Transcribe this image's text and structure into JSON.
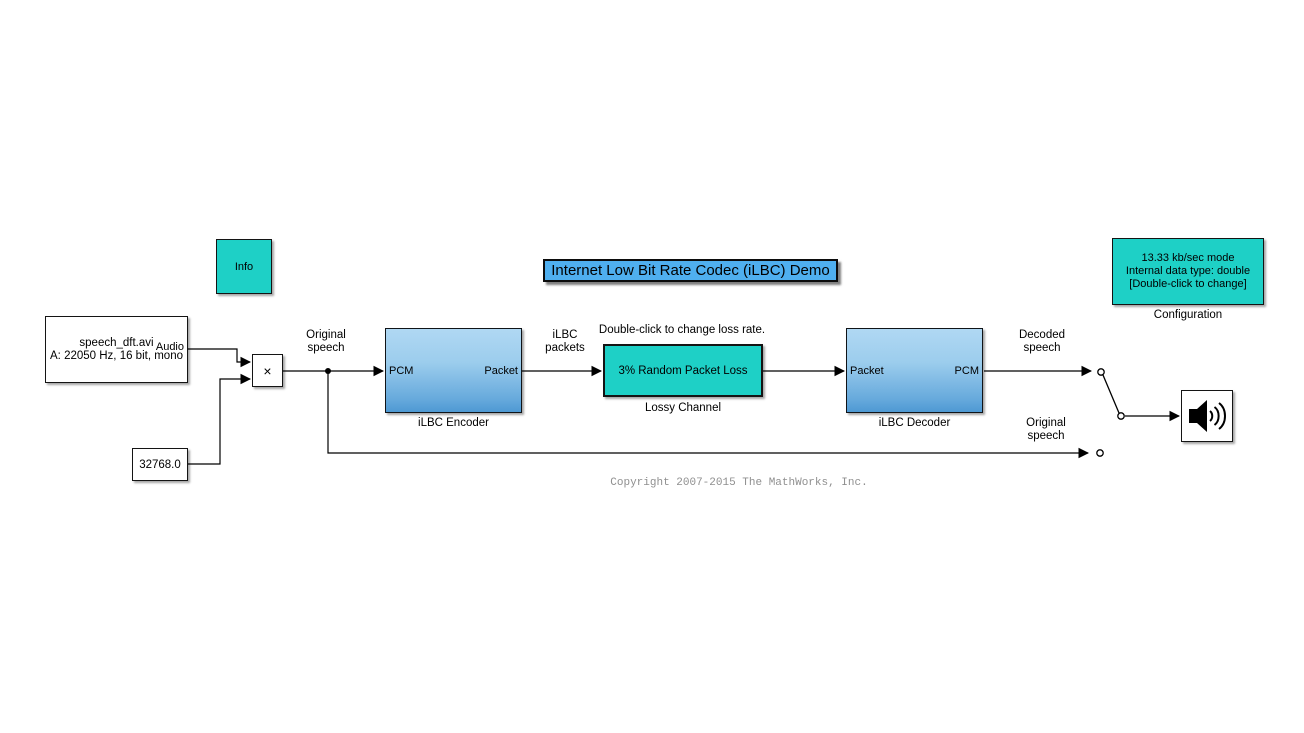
{
  "diagram": {
    "title": "Internet Low Bit Rate Codec (iLBC) Demo",
    "copyright": "Copyright 2007-2015 The MathWorks, Inc.",
    "info_block": {
      "label": "Info"
    },
    "config_block": {
      "text": "13.33 kb/sec mode\nInternal data type: double\n[Double-click to change]",
      "label": "Configuration"
    },
    "source_block": {
      "text": "speech_dft.avi\nA: 22050 Hz, 16 bit, mono",
      "port_out": "Audio"
    },
    "constant_block": {
      "value": "32768.0"
    },
    "multiply_block": {
      "symbol": "×"
    },
    "encoder_block": {
      "label": "iLBC Encoder",
      "port_in": "PCM",
      "port_out": "Packet"
    },
    "lossy_block": {
      "text": "3% Random Packet Loss",
      "label": "Lossy Channel",
      "note": "Double-click to change loss rate."
    },
    "decoder_block": {
      "label": "iLBC Decoder",
      "port_in": "Packet",
      "port_out": "PCM"
    },
    "labels": {
      "original_speech_top": "Original\nspeech",
      "ilbc_packets": "iLBC\npackets",
      "decoded_speech": "Decoded\nspeech",
      "original_speech_bottom": "Original\nspeech"
    }
  },
  "colors": {
    "teal": "#1ED0C6",
    "title_fill": "#4FAFEF",
    "subsystem_gradient_top": "#B0D8F3",
    "subsystem_gradient_bottom": "#4E99D3",
    "copyright_gray": "#8F8F8F"
  }
}
